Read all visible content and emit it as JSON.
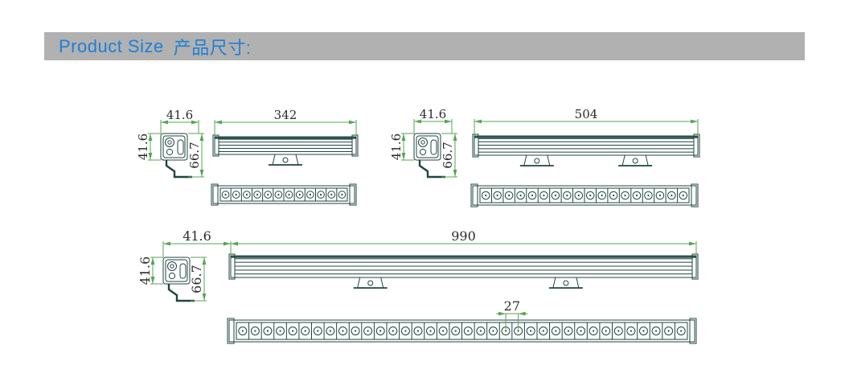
{
  "header": {
    "title_en": "Product Size",
    "title_zh": "产品尺寸:"
  },
  "colors": {
    "header_bg": "#b1b1b1",
    "title_text": "#1e7fd6",
    "line": "#1f4540",
    "dim_line": "#55a455",
    "dim_text": "#2b2b2b"
  },
  "drawings": [
    {
      "name": "size-342",
      "width_label": "41.6",
      "height_label": "41.6",
      "depth_label": "66.7",
      "length_label": "342",
      "led_count": 12,
      "bracket_count": 1
    },
    {
      "name": "size-504",
      "width_label": "41.6",
      "height_label": "41.6",
      "depth_label": "66.7",
      "length_label": "504",
      "led_count": 18,
      "bracket_count": 2
    },
    {
      "name": "size-990",
      "width_label": "41.6",
      "height_label": "41.6",
      "depth_label": "66.7",
      "length_label": "990",
      "led_pitch_label": "27",
      "led_count": 36,
      "bracket_count": 2
    }
  ]
}
